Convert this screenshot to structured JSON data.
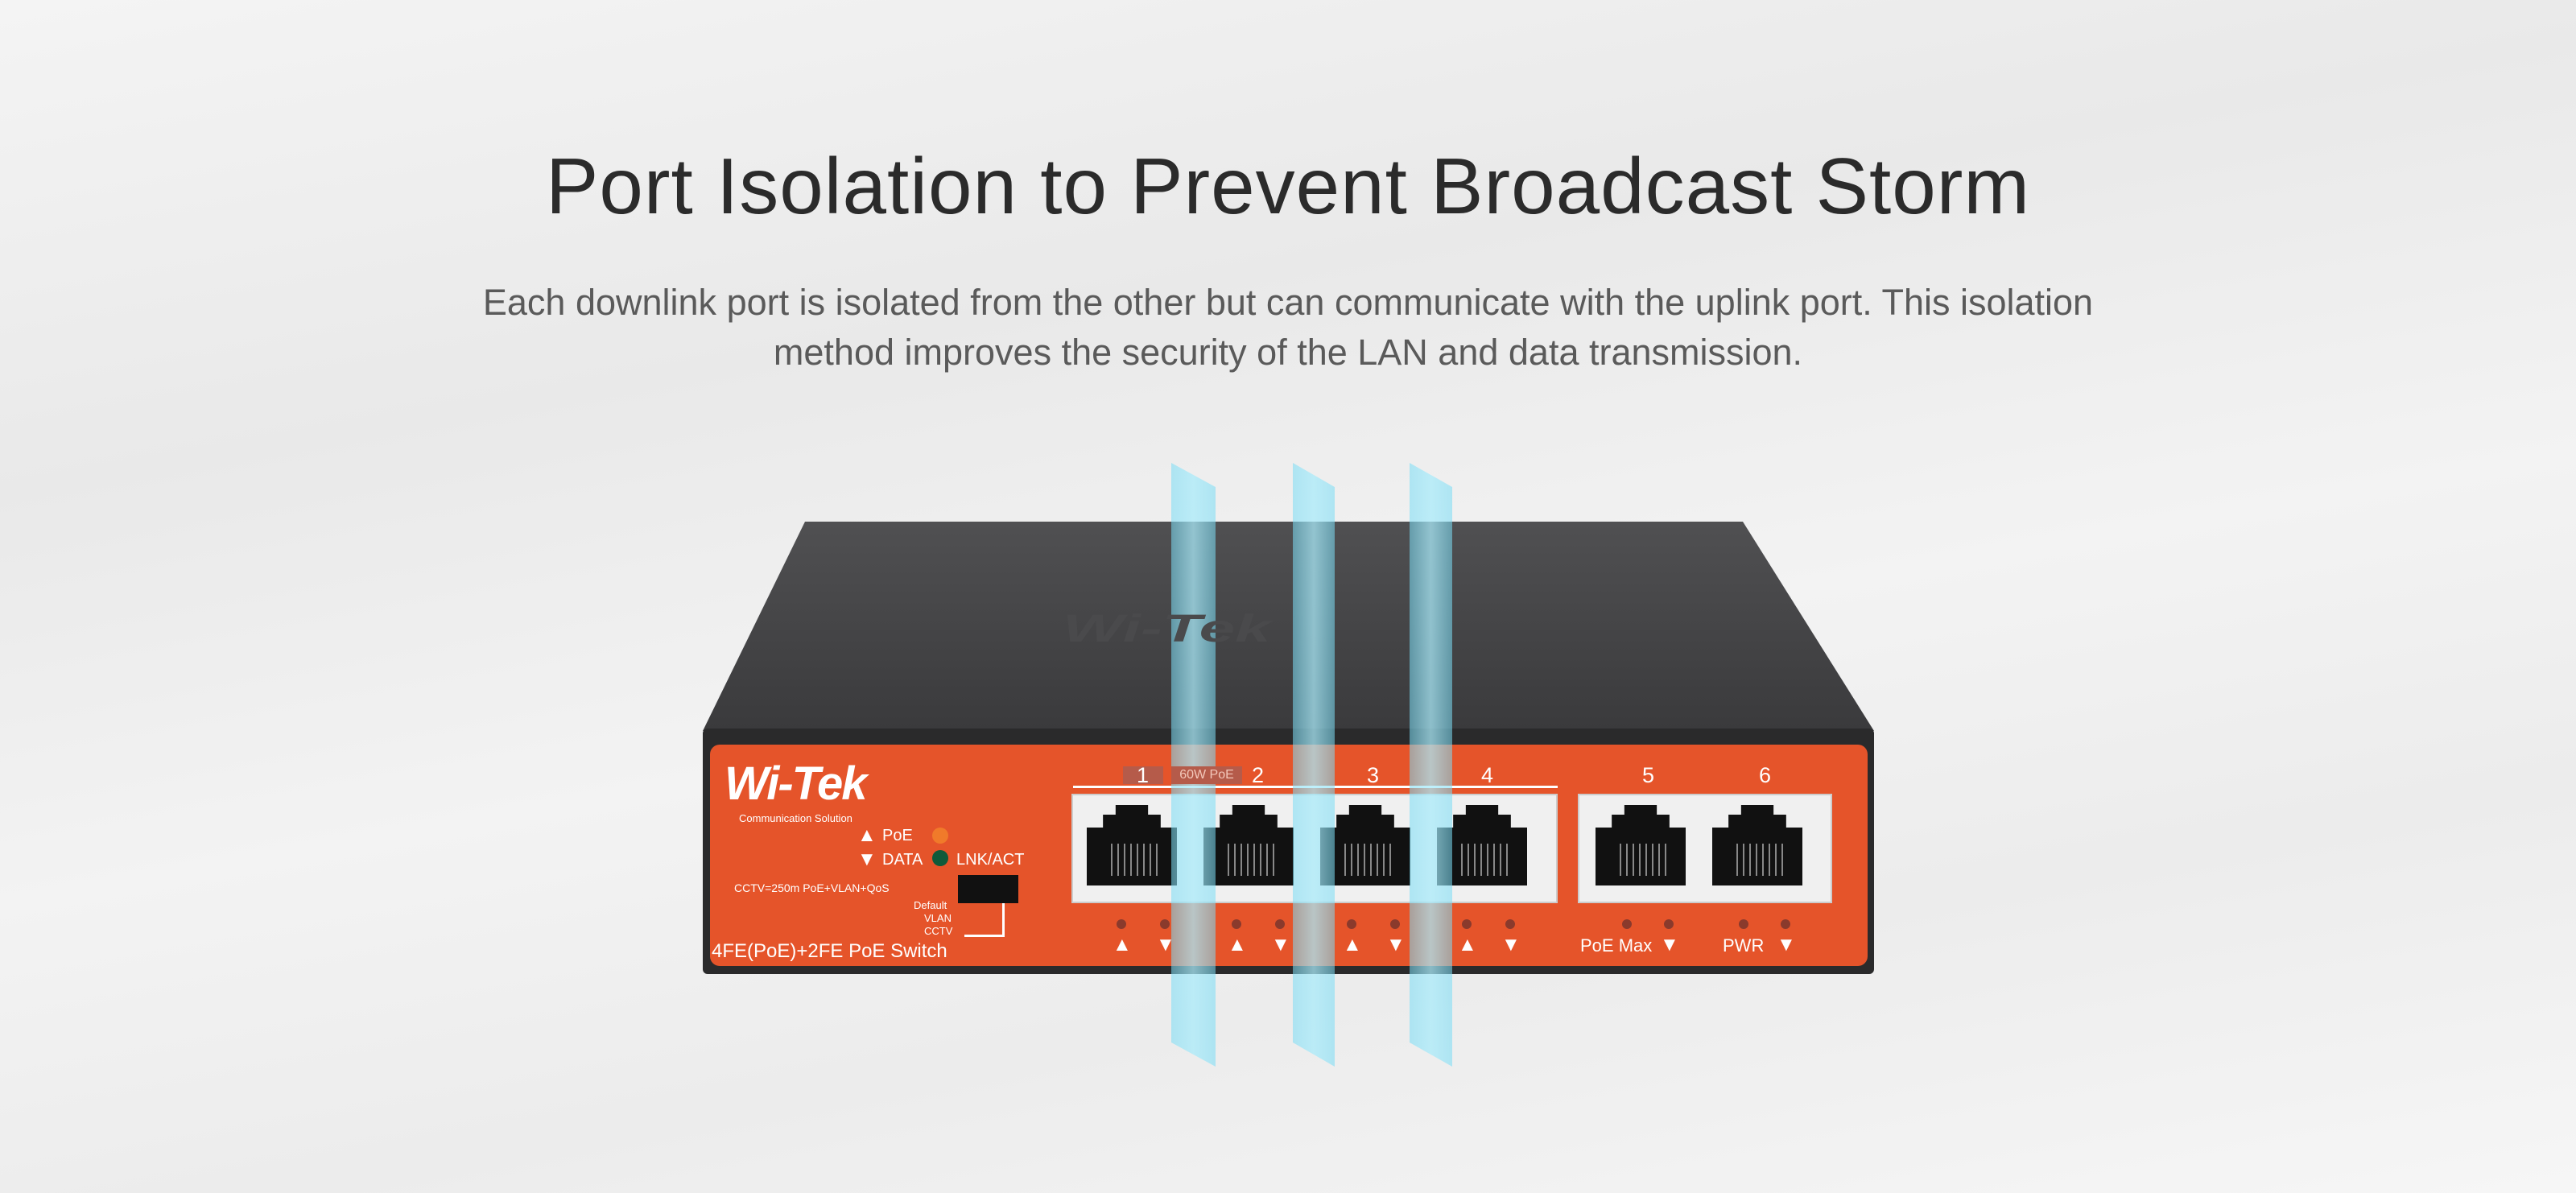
{
  "heading": "Port Isolation to Prevent Broadcast Storm",
  "description": {
    "line1": "Each downlink port is isolated from the other but can communicate with the uplink port. This isolation",
    "line2": "method improves the security of the LAN and data transmission."
  },
  "device": {
    "brand": "Wi-Tek",
    "brand_tagline": "Communication Solution",
    "legend": {
      "poe": "PoE",
      "data": "DATA",
      "lnk": "LNK/ACT"
    },
    "mode_label": "CCTV=250m PoE+VLAN+QoS",
    "switch_modes": [
      "Default",
      "VLAN",
      "CCTV"
    ],
    "model": "4FE(PoE)+2FE PoE Switch",
    "poe_tag": "60W PoE",
    "ports": [
      "1",
      "2",
      "3",
      "4",
      "5",
      "6"
    ],
    "status_labels": {
      "poe_max": "PoE Max",
      "pwr": "PWR"
    },
    "colors": {
      "panel": "#e5542a",
      "poe_led": "#f07a2a",
      "lnk_led": "#0f5a3a"
    }
  }
}
